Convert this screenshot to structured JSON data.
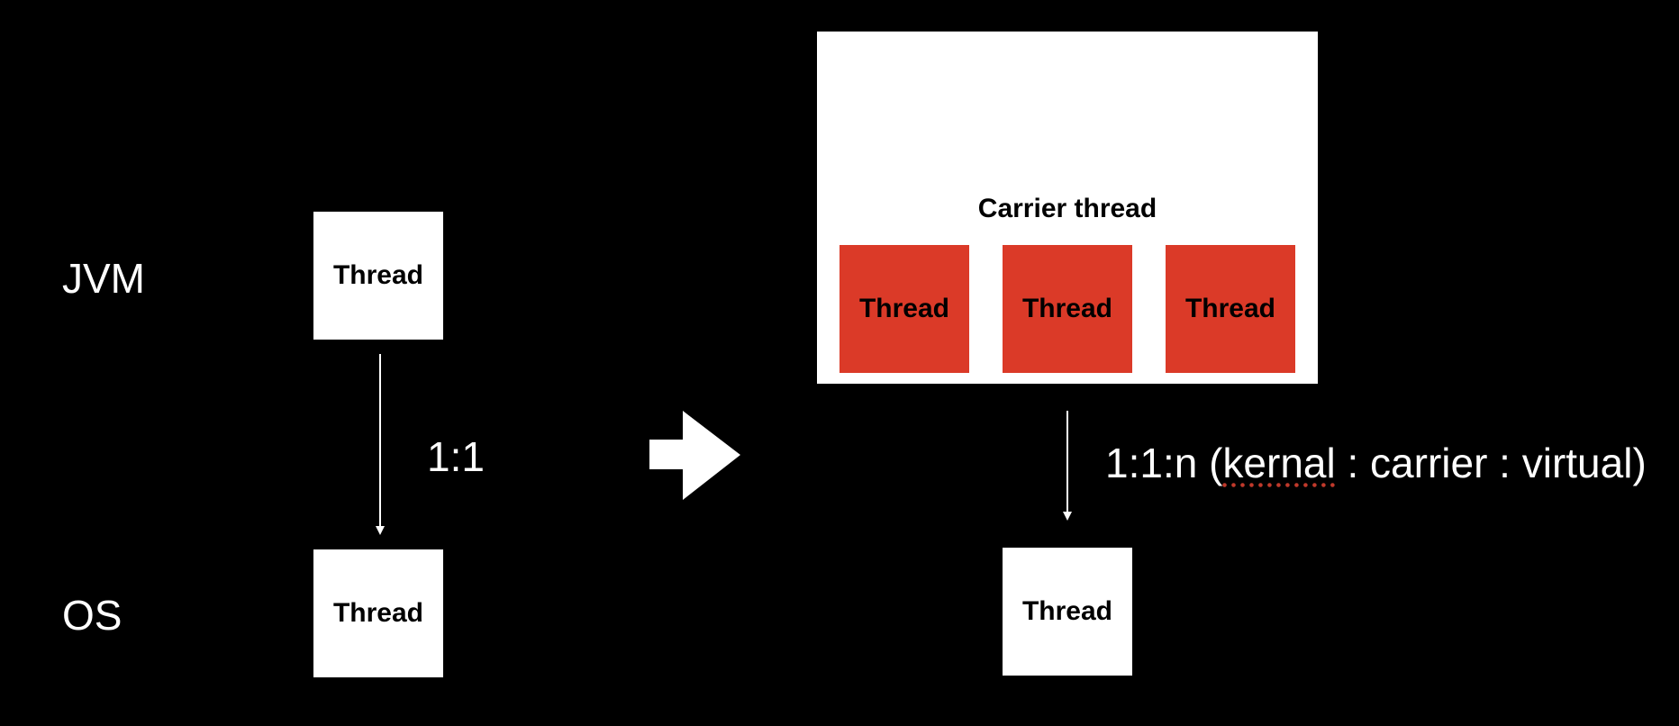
{
  "left": {
    "jvm_label": "JVM",
    "os_label": "OS",
    "jvm_thread": "Thread",
    "os_thread": "Thread",
    "ratio": "1:1"
  },
  "right": {
    "carrier_label": "Carrier thread",
    "virtual_threads": [
      "Thread",
      "Thread",
      "Thread"
    ],
    "os_thread": "Thread",
    "ratio_prefix": "1:1:n (",
    "ratio_kernal": "kernal",
    "ratio_suffix": " : carrier : virtual)"
  },
  "colors": {
    "background": "#000000",
    "box": "#ffffff",
    "virtual_thread": "#db3a28",
    "text_light": "#ffffff",
    "text_dark": "#000000"
  }
}
